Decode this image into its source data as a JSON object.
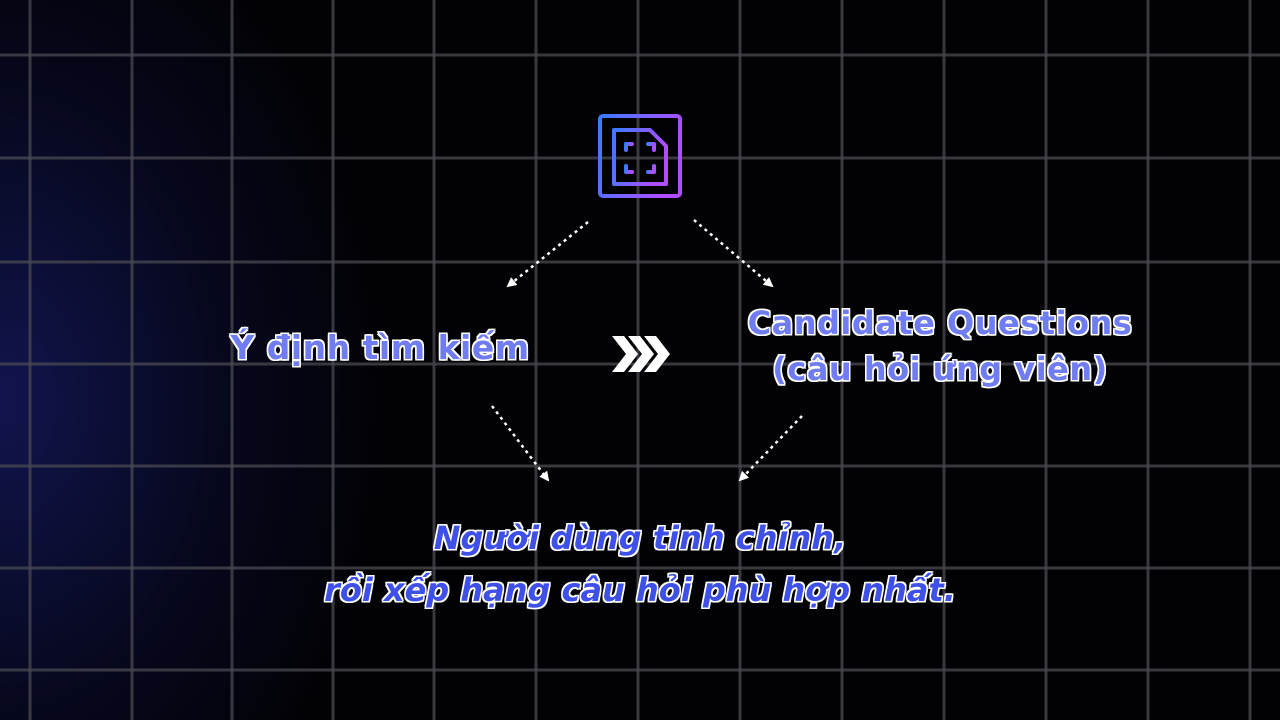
{
  "diagram": {
    "center_icon": "cpu-chip-icon",
    "left_node": {
      "label": "Ý định tìm kiếm"
    },
    "right_node": {
      "line1": "Candidate Questions",
      "line2": "(câu hỏi ứng viên)"
    },
    "flow_icon": "triple-chevron-right-icon",
    "bottom_node": {
      "line1": "Người dùng tinh chỉnh,",
      "line2": "rồi xếp hạng câu hỏi phù hợp nhất."
    }
  },
  "colors": {
    "label_fill": "#6f7cf2",
    "bottom_fill": "#3e50e8",
    "outline": "#ffffff",
    "chip_gradient_start": "#3a7bff",
    "chip_gradient_end": "#b04dff",
    "grid_line": "#4a4a52"
  }
}
